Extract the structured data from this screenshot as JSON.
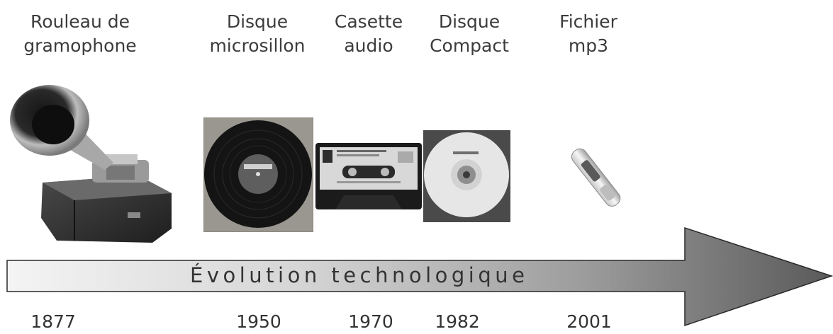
{
  "items": [
    {
      "label_line1": "Rouleau de",
      "label_line2": "gramophone",
      "year": "1877",
      "icon": "gramophone-icon"
    },
    {
      "label_line1": "Disque",
      "label_line2": "microsillon",
      "year": "1950",
      "icon": "vinyl-record-icon"
    },
    {
      "label_line1": "Casette",
      "label_line2": "audio",
      "year": "1970",
      "icon": "audio-cassette-icon"
    },
    {
      "label_line1": "Disque",
      "label_line2": "Compact",
      "year": "1982",
      "icon": "compact-disc-icon"
    },
    {
      "label_line1": "Fichier",
      "label_line2": "mp3",
      "year": "2001",
      "icon": "usb-mp3-player-icon"
    }
  ],
  "arrow": {
    "text": "Évolution technologique",
    "icon": "timeline-arrow-icon"
  },
  "colors": {
    "arrow_light": "#f2f2f2",
    "arrow_dark": "#5e5e5e",
    "text": "#3a3a3a"
  }
}
